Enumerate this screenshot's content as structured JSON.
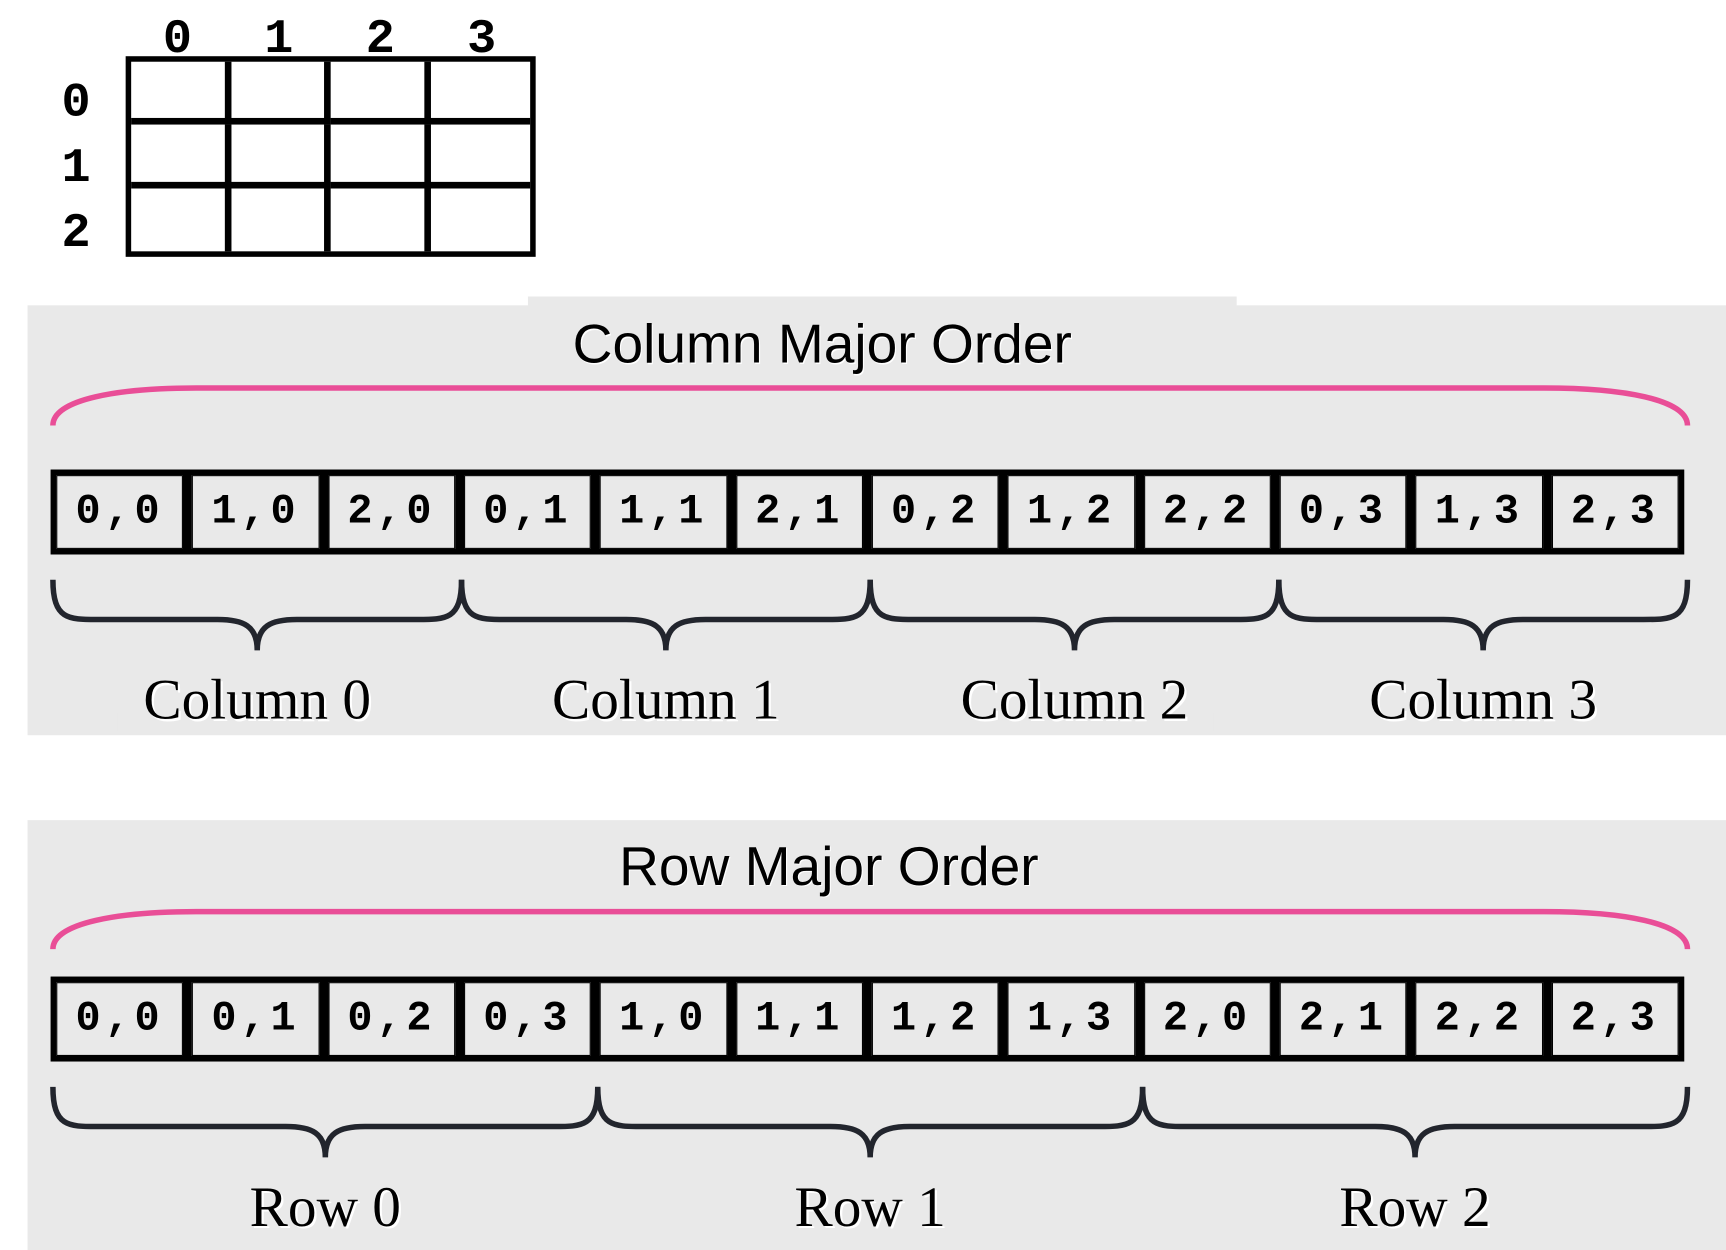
{
  "matrix": {
    "rows": 3,
    "cols": 4,
    "col_headers": [
      "0",
      "1",
      "2",
      "3"
    ],
    "row_headers": [
      "0",
      "1",
      "2"
    ]
  },
  "column_major": {
    "title": "Column Major Order",
    "cells": [
      "0,0",
      "1,0",
      "2,0",
      "0,1",
      "1,1",
      "2,1",
      "0,2",
      "1,2",
      "2,2",
      "0,3",
      "1,3",
      "2,3"
    ],
    "groups": [
      "Column 0",
      "Column 1",
      "Column 2",
      "Column 3"
    ]
  },
  "row_major": {
    "title": "Row Major Order",
    "cells": [
      "0,0",
      "0,1",
      "0,2",
      "0,3",
      "1,0",
      "1,1",
      "1,2",
      "1,3",
      "2,0",
      "2,1",
      "2,2",
      "2,3"
    ],
    "groups": [
      "Row 0",
      "Row 1",
      "Row 2"
    ]
  },
  "colors": {
    "accent_brace": "#e94e97",
    "group_brace": "#22252d",
    "panel_bg": "#e9e9e9"
  }
}
